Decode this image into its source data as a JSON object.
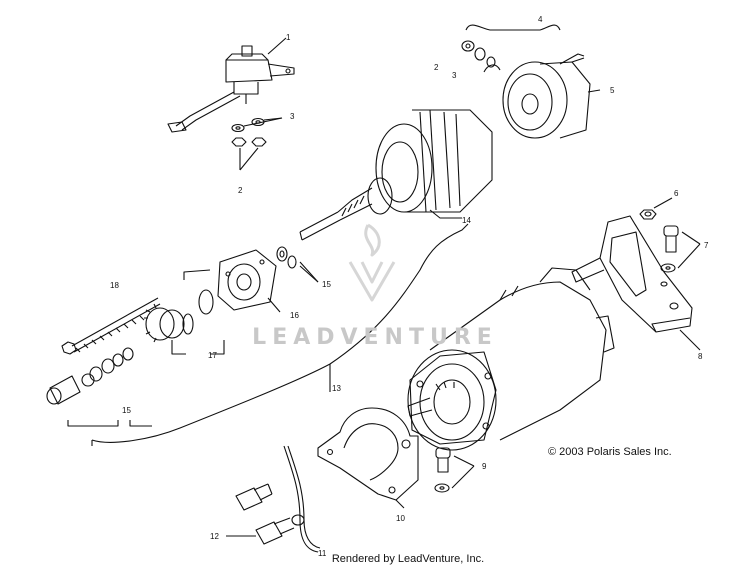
{
  "diagram": {
    "callouts": {
      "c1": "1",
      "c2a": "2",
      "c2b": "2",
      "c3a": "3",
      "c3b": "3",
      "c4": "4",
      "c5": "5",
      "c6": "6",
      "c7": "7",
      "c8": "8",
      "c9": "9",
      "c10": "10",
      "c11": "11",
      "c12": "12",
      "c13": "13",
      "c14": "14",
      "c15a": "15",
      "c15b": "15",
      "c16": "16",
      "c17": "17",
      "c18": "18"
    },
    "watermark": "LEADVENTURE",
    "copyright": "© 2003 Polaris Sales Inc.",
    "footer": "Rendered by LeadVenture, Inc."
  }
}
